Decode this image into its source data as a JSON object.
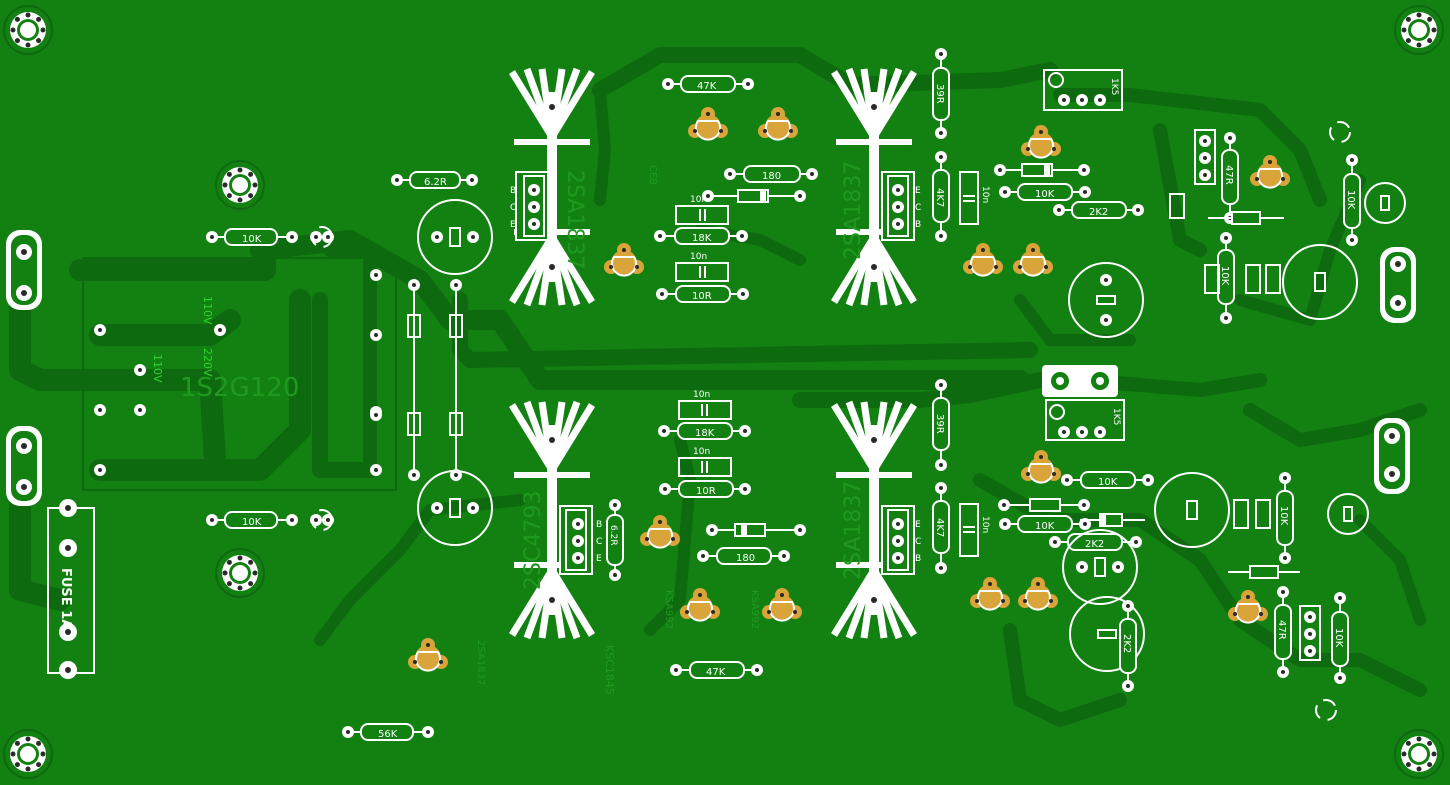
{
  "board": {
    "colors": {
      "board": "#128112",
      "trace": "#0e6a0e",
      "silk": "#ffffff",
      "pad_gold": "#d9a43a",
      "pad_hole": "#2a2a2a",
      "legend_dark": "#1f9a1f",
      "legend_bright": "#32d232"
    }
  },
  "transformer": {
    "model": "1S2G120",
    "taps": [
      "110V",
      "220V",
      "110V"
    ]
  },
  "fuse": {
    "label": "FUSE 1A"
  },
  "heatsinks": [
    {
      "part": "2SA1837",
      "pins": [
        "B",
        "C",
        "E"
      ]
    },
    {
      "part": "2SA1837",
      "pins": [
        "E",
        "C",
        "B"
      ]
    },
    {
      "part": "2SC4793",
      "pins": [
        "B",
        "C",
        "E"
      ]
    },
    {
      "part": "2SA1837",
      "pins": [
        "E",
        "C",
        "B"
      ]
    }
  ],
  "resistors": {
    "r_6r2_top": "6.2R",
    "r_10k_left_top": "10K",
    "r_10k_left_bot": "10K",
    "r_47k_top": "47K",
    "r_180_top": "180",
    "r_18k_top": "18K",
    "r_10r_top": "10R",
    "r_18k_bot": "18K",
    "r_10r_bot": "10R",
    "r_180_bot": "180",
    "r_47k_bot": "47K",
    "r_56k": "56K",
    "r_39r_top": "39R",
    "r_4k7_top": "4K7",
    "r_10k_mid_top": "10K",
    "r_2k2_top": "2K2",
    "r_39r_bot": "39R",
    "r_4k7_bot": "4K7",
    "r_10k_mid_bot": "10K",
    "r_2k2_bot": "2K2",
    "r_10k_bot_mid": "10K",
    "r_47r_right_top": "47R",
    "r_10k_right_top": "10K",
    "r_10k_right_vert_top": "10K",
    "r_6r2_bot": "6.2R",
    "r_2k2_vert": "2K2",
    "r_47r_right_bot": "47R",
    "r_10k_right_vert_bot": "10K",
    "r_10k_right_bot2": "10K"
  },
  "caps": {
    "c_10n_a": "10n",
    "c_10n_b": "10n",
    "c_10n_c": "10n",
    "c_10n_d": "10n",
    "c_10n_e": "10n",
    "c_10n_f": "10n"
  },
  "trimmers": {
    "t_top": "1K5",
    "t_bot": "1K5"
  },
  "legends": {
    "ceb": "CEB",
    "ksc_left": "KSC1845",
    "ksa_left": "KSA992",
    "ksa_right": "KSA992",
    "small_2sa": "2SA1837",
    "pin_b": "B",
    "pin_c": "C",
    "pin_e": "E"
  }
}
